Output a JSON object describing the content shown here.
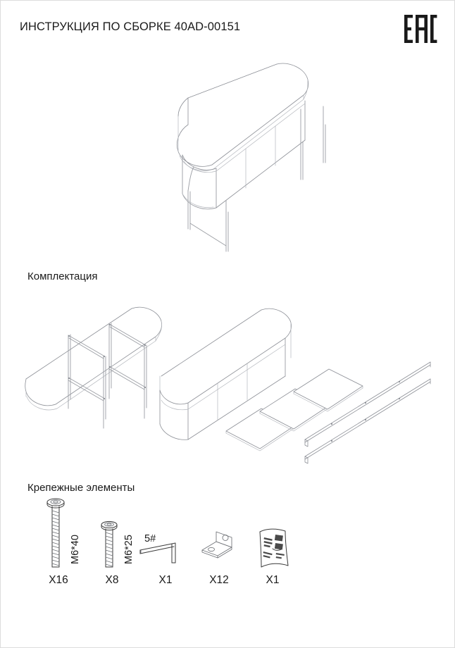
{
  "document": {
    "title": "ИНСТРУКЦИЯ ПО СБОРКЕ 40AD-00151",
    "model_code": "40AD-00151",
    "conformity_mark": "EAC"
  },
  "sections": {
    "parts": {
      "heading": "Комплектация"
    },
    "hardware": {
      "heading": "Крепежные элементы"
    }
  },
  "hero": {
    "caption": "",
    "description": "Собранный комод с овальной столешницей на металлических ножках"
  },
  "parts_list": [
    {
      "id": "top-panel",
      "name": "Столешница овальная"
    },
    {
      "id": "leg-frame-left",
      "name": "Рама ножек левая"
    },
    {
      "id": "leg-frame-right",
      "name": "Рама ножек правая"
    },
    {
      "id": "cabinet-body",
      "name": "Корпус комода"
    },
    {
      "id": "shelf-panel-1",
      "name": "Полка"
    },
    {
      "id": "shelf-panel-2",
      "name": "Полка"
    },
    {
      "id": "shelf-panel-3",
      "name": "Полка"
    },
    {
      "id": "rail-long-1",
      "name": "Направляющая длинная"
    },
    {
      "id": "rail-long-2",
      "name": "Направляющая длинная"
    }
  ],
  "hardware": [
    {
      "id": "bolt-m6-40",
      "spec": "M6*40",
      "qty": "X16",
      "icon": "bolt-icon"
    },
    {
      "id": "bolt-m6-25",
      "spec": "M6*25",
      "qty": "X8",
      "icon": "bolt-icon"
    },
    {
      "id": "allen-key",
      "spec": "5#",
      "qty": "X1",
      "icon": "allen-key-icon"
    },
    {
      "id": "corner-bracket",
      "spec": "",
      "qty": "X12",
      "icon": "bracket-icon"
    },
    {
      "id": "manual",
      "spec": "",
      "qty": "X1",
      "icon": "manual-icon"
    }
  ],
  "colors": {
    "line": "#8c8f96",
    "line_soft": "#b3b6bc",
    "text": "#1a1a1a",
    "page_border": "#dcdcdc"
  }
}
